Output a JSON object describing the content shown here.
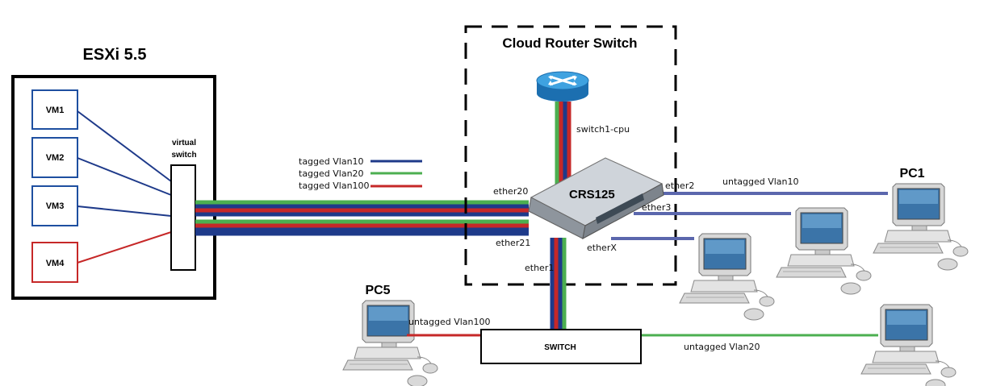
{
  "esxi": {
    "title": "ESXi 5.5",
    "vms": [
      "VM1",
      "VM2",
      "VM3",
      "VM4"
    ],
    "vswitch_line1": "virtual",
    "vswitch_line2": "switch"
  },
  "legend": [
    {
      "label": "tagged Vlan10",
      "color": "#1e3a8a"
    },
    {
      "label": "tagged Vlan20",
      "color": "#4caf50"
    },
    {
      "label": "tagged Vlan100",
      "color": "#c62828"
    }
  ],
  "crs": {
    "group_title": "Cloud Router Switch",
    "device_label": "CRS125",
    "cpu_port": "switch1-cpu",
    "ports": {
      "ether20": "ether20",
      "ether21": "ether21",
      "ether1": "ether1",
      "ether2": "ether2",
      "ether3": "ether3",
      "etherX": "etherX"
    }
  },
  "links": {
    "ether2_label": "untagged Vlan10",
    "pc5_label": "untagged Vlan100",
    "vlan20_label": "untagged Vlan20"
  },
  "pcs": {
    "pc1": "PC1",
    "pc5": "PC5"
  },
  "switch_label": "SWITCH",
  "colors": {
    "vlan10": "#1e3a8a",
    "vlan20": "#4caf50",
    "vlan100": "#c62828",
    "untagged_vlan10_line": "#5b67ad",
    "vm_border_blue": "#1e4fa0",
    "vm_border_red": "#c62828"
  }
}
